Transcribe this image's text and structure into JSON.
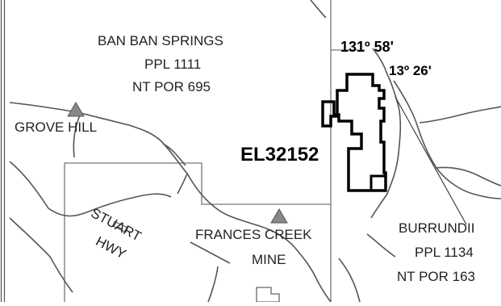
{
  "map": {
    "station_1": {
      "name": "BAN BAN SPRINGS",
      "lease": "PPL 1111",
      "portion": "NT POR 695"
    },
    "station_2": {
      "name": "BURRUNDII",
      "lease": "PPL 1134",
      "portion": "NT POR 163"
    },
    "tenement": "EL32152",
    "longitude": "131º 58'",
    "latitude": "13º 26'",
    "places": [
      "GROVE HILL",
      "FRANCES CREEK",
      "MINE"
    ],
    "road": [
      "STUART",
      "HWY"
    ],
    "colors": {
      "tenement_outline": "#000000",
      "river": "#555555",
      "boundary": "#777777",
      "peak": "#888888"
    },
    "icons": [
      "peak-triangle-icon",
      "peak-triangle-icon"
    ]
  }
}
